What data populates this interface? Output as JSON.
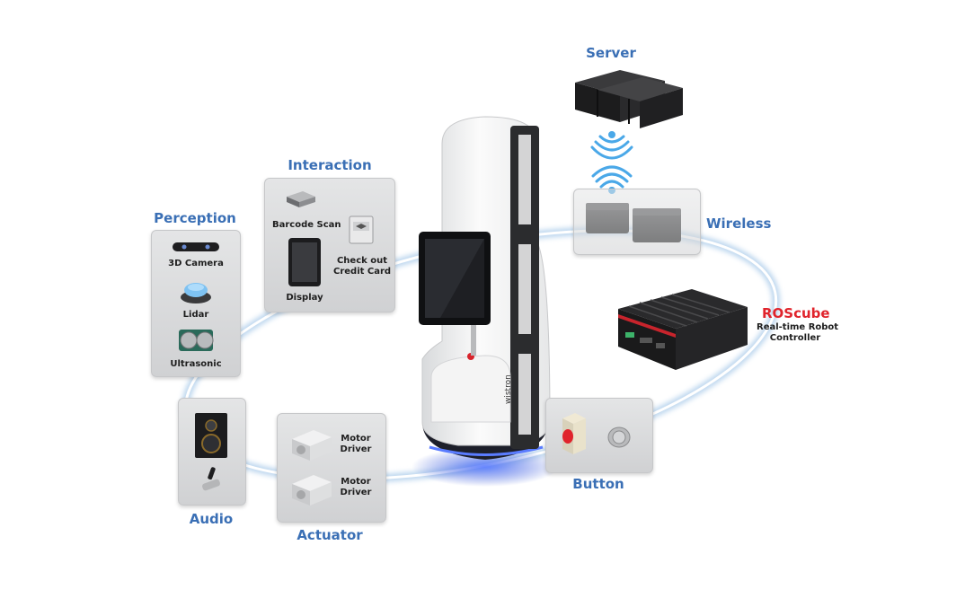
{
  "title": "",
  "server": {
    "title": "Server"
  },
  "wireless": {
    "title": "Wireless"
  },
  "interaction": {
    "title": "Interaction",
    "items": [
      "Barcode Scan",
      "Check out",
      "Credit Card",
      "Display"
    ]
  },
  "perception": {
    "title": "Perception",
    "items": [
      "3D Camera",
      "Lidar",
      "Ultrasonic"
    ]
  },
  "roscube": {
    "title": "ROScube",
    "subtitle_line1": "Real-time Robot",
    "subtitle_line2": "Controller"
  },
  "audio": {
    "title": "Audio"
  },
  "actuator": {
    "title": "Actuator",
    "items": [
      {
        "line1": "Motor",
        "line2": "Driver"
      },
      {
        "line1": "Motor",
        "line2": "Driver"
      }
    ]
  },
  "button": {
    "title": "Button"
  },
  "robot": {
    "brand": "wistron"
  },
  "colors": {
    "title_blue": "#3a6fb5",
    "roscube_red": "#e0242c",
    "ring_glow": "#cfe3f5",
    "wifi_blue": "#4aa8e8"
  }
}
